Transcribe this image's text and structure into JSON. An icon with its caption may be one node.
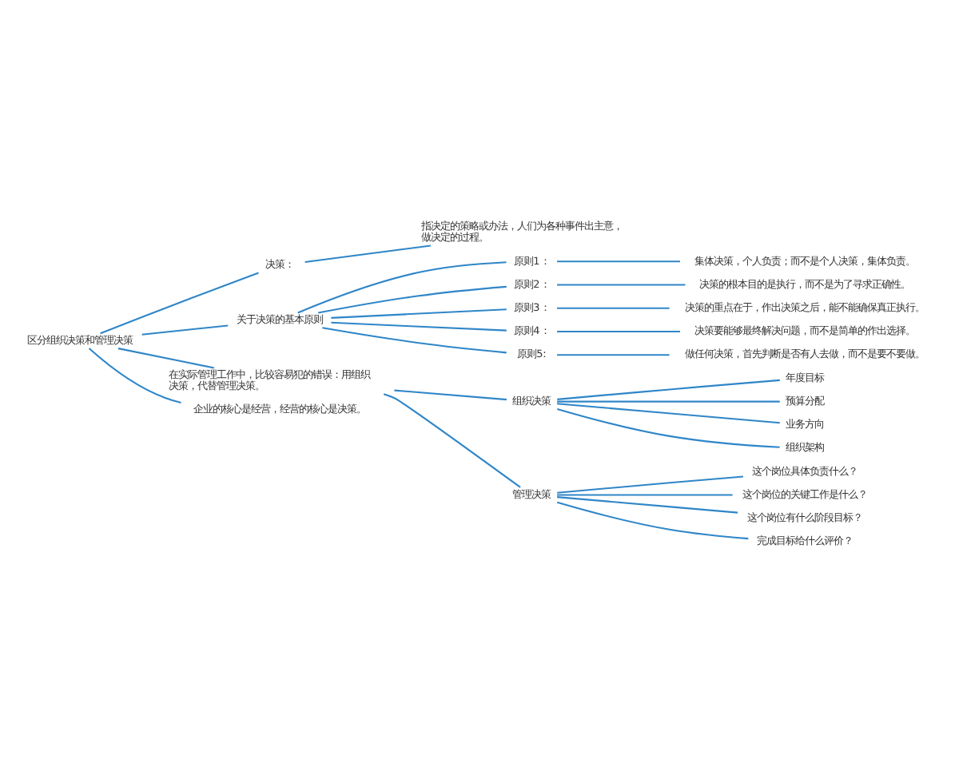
{
  "diagram": {
    "nodes": [
      {
        "text": [
          "区分组织决策和管理决策"
        ]
      },
      {
        "text": [
          "决策："
        ]
      },
      {
        "text": [
          "指决定的策略或办法，人们为各种事件出主意，做决定的过程。"
        ]
      },
      {
        "text": [
          "关于决策的基本原则"
        ]
      },
      {
        "text": [
          "原则1："
        ]
      },
      {
        "text": [
          "集体决策，个人负责；而不是个人决策，集体负责。"
        ]
      },
      {
        "text": [
          "原则2："
        ]
      },
      {
        "text": [
          "决策的根本目的是执行，而不是为了寻求正确性。"
        ]
      },
      {
        "text": [
          "原则3："
        ]
      },
      {
        "text": [
          "决策的重点在于，作出决策之后，能不能确保真正执行。"
        ]
      },
      {
        "text": [
          "原则4："
        ]
      },
      {
        "text": [
          "决策要能够最终解决问题，而不是简单的作出选择。"
        ]
      },
      {
        "text": [
          "原则5:"
        ]
      },
      {
        "text": [
          "做任何决策，首先判断是否有人去做，而不是要不要做。"
        ]
      },
      {
        "text": [
          "在实际管理工作中，比较容易犯的错误：用组织决策，代替管理决策。"
        ]
      },
      {
        "text": [
          "组织决策"
        ]
      },
      {
        "text": [
          "年度目标"
        ]
      },
      {
        "text": [
          "预算分配"
        ]
      },
      {
        "text": [
          "业务方向"
        ]
      },
      {
        "text": [
          "组织架构"
        ]
      },
      {
        "text": [
          "管理决策"
        ]
      },
      {
        "text": [
          "这个岗位具体负责什么？"
        ]
      },
      {
        "text": [
          "这个岗位的关键工作是什么？"
        ]
      },
      {
        "text": [
          "这个岗位有什么阶段目标？"
        ]
      },
      {
        "text": [
          "完成目标给什么评价？"
        ]
      },
      {
        "text": [
          "企业的核心是经营，经营的核心是决策。"
        ]
      }
    ],
    "edges": [
      {
        "from": 0,
        "to": 1,
        "arrow": "none"
      },
      {
        "from": 0,
        "to": 3,
        "arrow": "none"
      },
      {
        "from": 0,
        "to": 14,
        "arrow": "none"
      },
      {
        "from": 0,
        "to": 25,
        "arrow": "none"
      },
      {
        "from": 1,
        "to": 2,
        "arrow": "none"
      },
      {
        "from": 3,
        "to": 4,
        "arrow": "none"
      },
      {
        "from": 3,
        "to": 6,
        "arrow": "none"
      },
      {
        "from": 3,
        "to": 8,
        "arrow": "none"
      },
      {
        "from": 3,
        "to": 10,
        "arrow": "none"
      },
      {
        "from": 3,
        "to": 12,
        "arrow": "none"
      },
      {
        "from": 4,
        "to": 5,
        "arrow": "none"
      },
      {
        "from": 6,
        "to": 7,
        "arrow": "none"
      },
      {
        "from": 8,
        "to": 9,
        "arrow": "none"
      },
      {
        "from": 10,
        "to": 11,
        "arrow": "none"
      },
      {
        "from": 12,
        "to": 13,
        "arrow": "none"
      },
      {
        "from": 14,
        "to": 15,
        "arrow": "none"
      },
      {
        "from": 14,
        "to": 20,
        "arrow": "none"
      },
      {
        "from": 15,
        "to": 16,
        "arrow": "none"
      },
      {
        "from": 15,
        "to": 17,
        "arrow": "none"
      },
      {
        "from": 15,
        "to": 18,
        "arrow": "none"
      },
      {
        "from": 15,
        "to": 19,
        "arrow": "none"
      },
      {
        "from": 20,
        "to": 21,
        "arrow": "none"
      },
      {
        "from": 20,
        "to": 22,
        "arrow": "none"
      },
      {
        "from": 20,
        "to": 23,
        "arrow": "none"
      },
      {
        "from": 20,
        "to": 24,
        "arrow": "none"
      }
    ]
  }
}
